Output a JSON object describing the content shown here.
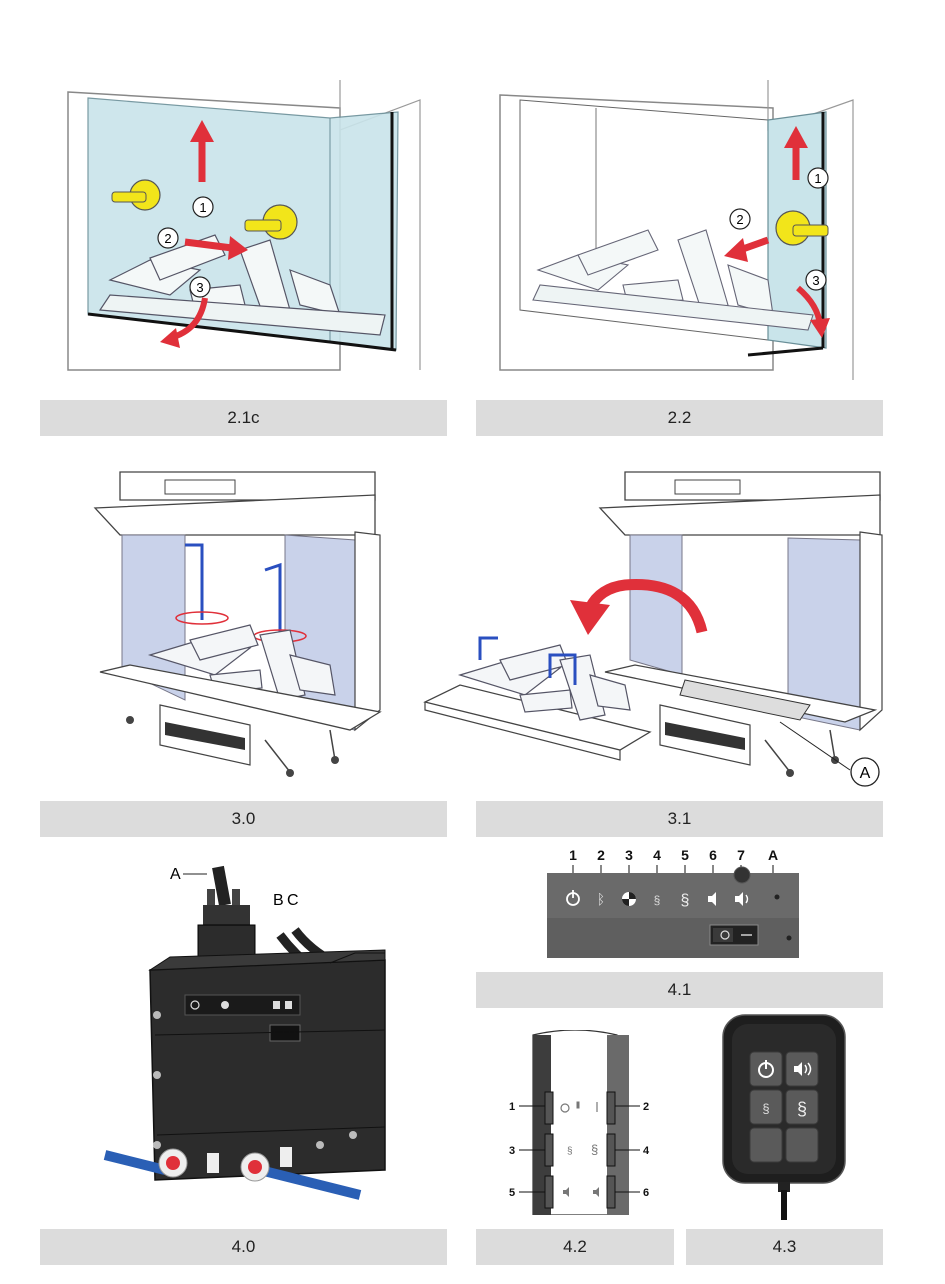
{
  "figures": {
    "f21c": {
      "caption": "2.1c",
      "callouts": [
        "1",
        "2",
        "3"
      ]
    },
    "f22": {
      "caption": "2.2",
      "callouts": [
        "1",
        "2",
        "3"
      ]
    },
    "f30": {
      "caption": "3.0"
    },
    "f31": {
      "caption": "3.1",
      "callout_a": "A"
    },
    "f40": {
      "caption": "4.0",
      "labels": {
        "a": "A",
        "b": "B",
        "c": "C"
      }
    },
    "f41": {
      "caption": "4.1",
      "numbers": [
        "1",
        "2",
        "3",
        "4",
        "5",
        "6",
        "7"
      ],
      "label_a": "A",
      "icons": [
        "power-icon",
        "bluetooth-icon",
        "light-icon",
        "flame-low-icon",
        "flame-high-icon",
        "volume-low-icon",
        "volume-high-icon"
      ]
    },
    "f42": {
      "caption": "4.2",
      "numbers": [
        "1",
        "2",
        "3",
        "4",
        "5",
        "6"
      ]
    },
    "f43": {
      "caption": "4.3",
      "icons": [
        "power-icon",
        "volume-icon",
        "flame-low-icon",
        "flame-high-icon"
      ]
    }
  },
  "colors": {
    "caption_bg": "#dcdcdc",
    "glass": "#c9e4ea",
    "arrow": "#e0303a",
    "suction_cup": "#f2e51a",
    "device": "#2c2c2c",
    "hose": "#2a5fb5"
  }
}
